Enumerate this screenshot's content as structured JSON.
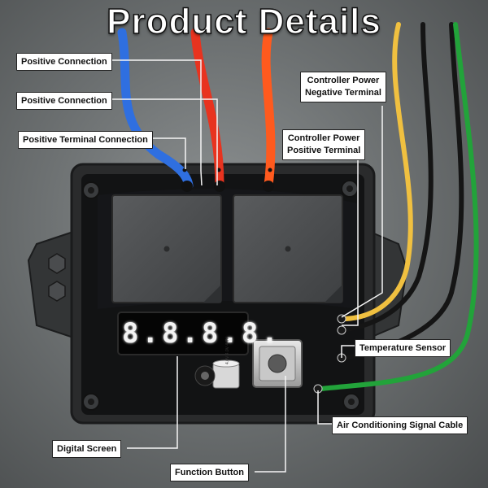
{
  "title": "Product Details",
  "labels": {
    "positive_connection_1": "Positive Connection",
    "positive_connection_2": "Positive Connection",
    "positive_terminal_connection": "Positive Terminal Connection",
    "controller_power_negative_line1": "Controller Power",
    "controller_power_negative_line2": "Negative Terminal",
    "controller_power_positive_line1": "Controller Power",
    "controller_power_positive_line2": "Positive Terminal",
    "temperature_sensor": "Temperature Sensor",
    "air_conditioning_signal_cable": "Air Conditioning Signal Cable",
    "digital_screen": "Digital Screen",
    "function_button": "Function Button"
  },
  "display": {
    "readout": "8.8.8.8."
  },
  "capacitor": {
    "marking": "4.0V 4.0V 4.0V"
  },
  "colors": {
    "wire_blue": "#2f6fe0",
    "wire_red": "#e8331f",
    "wire_orange": "#ff5a1e",
    "wire_yellow": "#f0c040",
    "wire_black": "#151515",
    "wire_green": "#22a33a",
    "housing": "#2a2b2c"
  }
}
